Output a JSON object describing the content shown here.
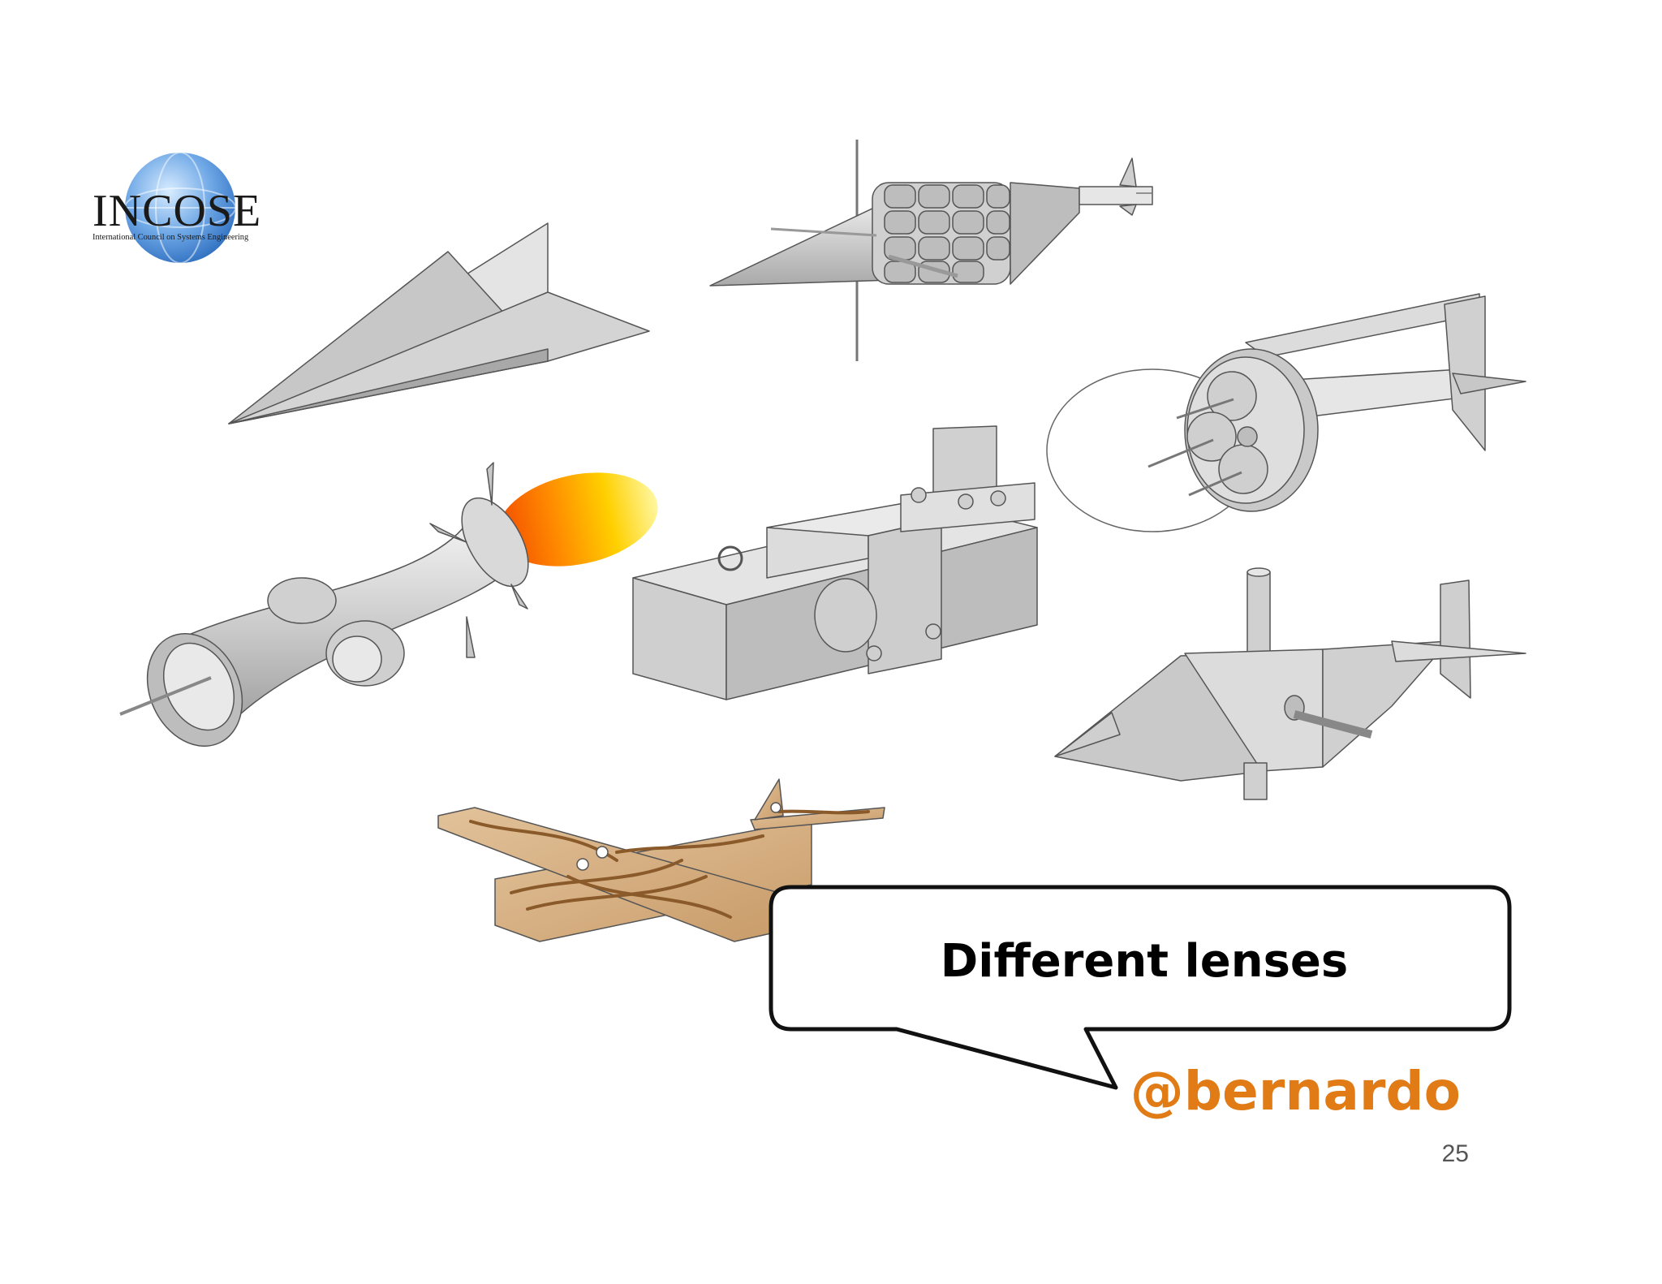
{
  "logo": {
    "name": "INCOSE",
    "subtitle": "International Council on Systems Engineering"
  },
  "callout": {
    "text": "Different lenses"
  },
  "handle": {
    "text": "@bernardo",
    "color": "#e07b16"
  },
  "page_number": "25",
  "illustrations": [
    "paper-plane",
    "missile-with-cylinders",
    "rocket-engine-with-flame",
    "steel-beam-assembly",
    "plane-with-propeller-disc",
    "box-plane",
    "wooden-plank-plane"
  ]
}
